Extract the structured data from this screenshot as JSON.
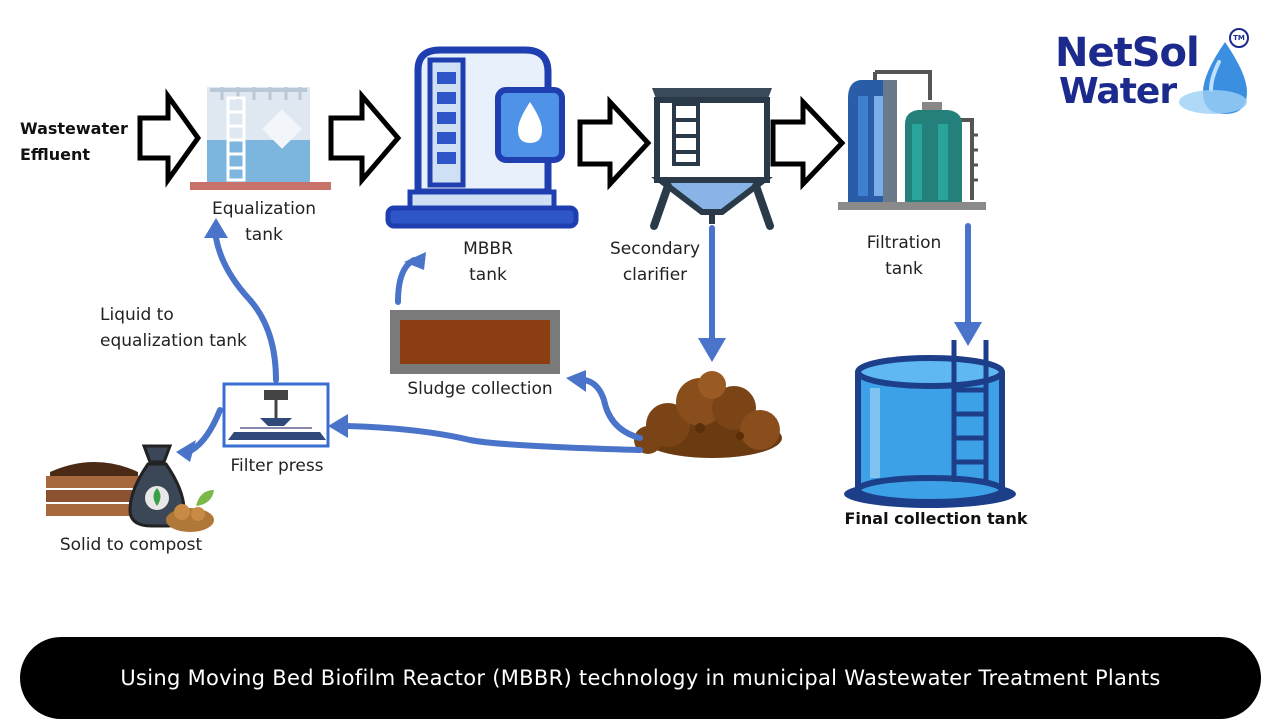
{
  "labels": {
    "input": [
      "Wastewater",
      "Effluent"
    ],
    "equalization": [
      "Equalization",
      "tank"
    ],
    "mbbr": [
      "MBBR",
      "tank"
    ],
    "clarifier": [
      "Secondary",
      "clarifier"
    ],
    "filtration": [
      "Filtration",
      "tank"
    ],
    "final": "Final collection tank",
    "sludge_collection": "Sludge collection",
    "liquid_return": [
      "Liquid to",
      "equalization tank"
    ],
    "filter_press": "Filter press",
    "compost": "Solid to compost"
  },
  "logo": {
    "line1": "NetSol",
    "line2": "Water",
    "trademark": "TM"
  },
  "banner": {
    "text": "Using Moving Bed Biofilm Reactor (MBBR) technology in municipal Wastewater Treatment Plants"
  },
  "colors": {
    "flow_arrow": "#4a74c9",
    "logo_navy": "#1b2a8c",
    "sludge": "#7a3d12",
    "banner_bg": "#000000"
  }
}
